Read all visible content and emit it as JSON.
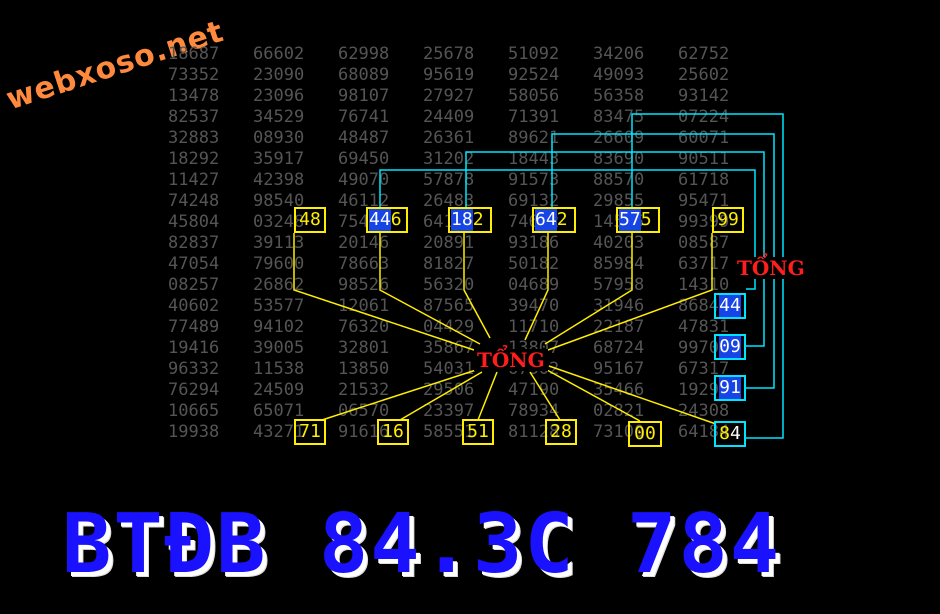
{
  "watermark": "webxoso.net",
  "grid": [
    [
      "18687",
      "66602",
      "62998",
      "25678",
      "51092",
      "34206",
      "62752"
    ],
    [
      "73352",
      "23090",
      "68089",
      "95619",
      "92524",
      "49093",
      "25602"
    ],
    [
      "13478",
      "23096",
      "98107",
      "27927",
      "58056",
      "56358",
      "93142"
    ],
    [
      "82537",
      "34529",
      "76741",
      "24409",
      "71391",
      "83475",
      "07224"
    ],
    [
      "32883",
      "08930",
      "48487",
      "26361",
      "89621",
      "26609",
      "60071"
    ],
    [
      "18292",
      "35917",
      "69450",
      "31202",
      "18443",
      "83690",
      "90511"
    ],
    [
      "11427",
      "42398",
      "49070",
      "57878",
      "91573",
      "88570",
      "61718"
    ],
    [
      "74248",
      "98540",
      "46112",
      "26483",
      "69132",
      "29855",
      "95471"
    ],
    [
      "45804",
      "03248",
      "75446",
      "64182",
      "74642",
      "14575",
      "99399"
    ],
    [
      "82837",
      "39113",
      "20146",
      "20891",
      "93186",
      "40203",
      "08587"
    ],
    [
      "47054",
      "79600",
      "78663",
      "81827",
      "50182",
      "85984",
      "63717"
    ],
    [
      "08257",
      "26862",
      "98526",
      "56320",
      "04689",
      "57958",
      "14310"
    ],
    [
      "40602",
      "53577",
      "12061",
      "87565",
      "39470",
      "31946",
      "86844"
    ],
    [
      "77489",
      "94102",
      "76320",
      "04429",
      "11710",
      "22187",
      "47831"
    ],
    [
      "19416",
      "39005",
      "32801",
      "35867",
      "13807",
      "68724",
      "99709"
    ],
    [
      "96332",
      "11538",
      "13850",
      "54031",
      "67302",
      "95167",
      "67317"
    ],
    [
      "76294",
      "24509",
      "21532",
      "29506",
      "47190",
      "35466",
      "19291"
    ],
    [
      "10665",
      "65071",
      "06570",
      "23397",
      "78934",
      "02821",
      "24308"
    ],
    [
      "19938",
      "43271",
      "91616",
      "58551",
      "81128",
      "73100",
      "64184"
    ]
  ],
  "top_boxes": [
    {
      "text": "48"
    },
    {
      "text": "44",
      "suffix": "6"
    },
    {
      "text": "18",
      "suffix": "2"
    },
    {
      "text": "64",
      "suffix": "2"
    },
    {
      "text": "57",
      "suffix": "5"
    },
    {
      "text": "99"
    }
  ],
  "bottom_boxes": [
    {
      "text": "71"
    },
    {
      "text": "16"
    },
    {
      "text": "51"
    },
    {
      "text": "28"
    },
    {
      "text": "00"
    }
  ],
  "right_boxes": [
    {
      "text": "44"
    },
    {
      "text": "09"
    },
    {
      "text": "91"
    },
    {
      "text": "84",
      "prefix": "8"
    }
  ],
  "tong_center": "TỔNG",
  "tong_right": "TỔNG",
  "banner": "BTĐB 84.3C 784",
  "colors": {
    "yellow": "#ffee00",
    "cyan": "#00e5ff",
    "red": "#ff1e1e",
    "blue": "#1a12ff"
  }
}
